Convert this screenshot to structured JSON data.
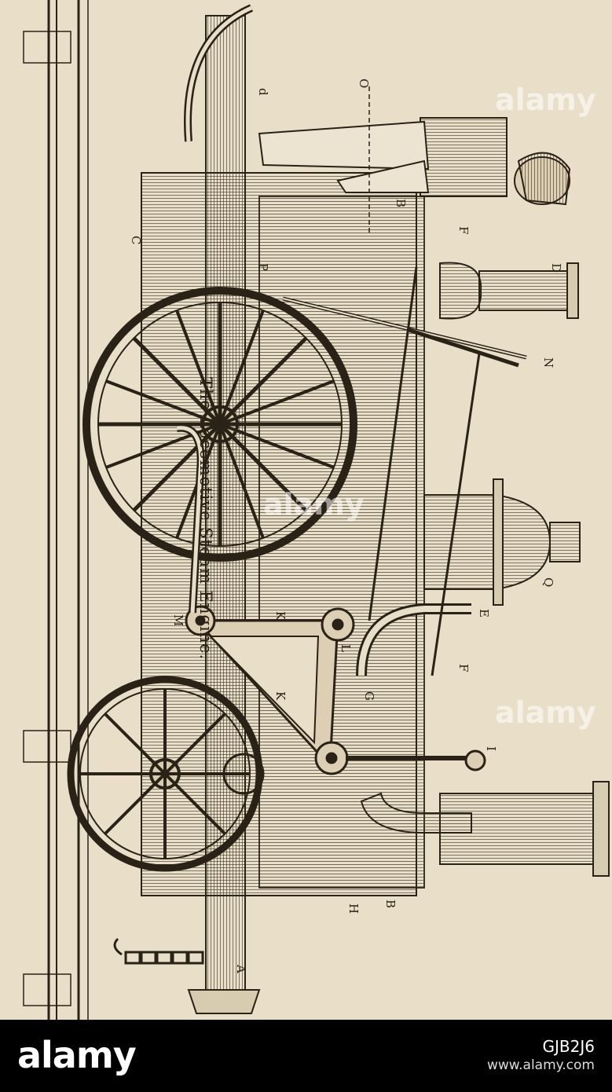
{
  "caption": "The Locomotive Steam Engine.",
  "labels": {
    "A": "A",
    "B": "B",
    "C": "C",
    "D": "D",
    "E": "E",
    "F": "F",
    "G": "G",
    "H": "H",
    "I": "I",
    "K": "K",
    "L": "L",
    "M": "M",
    "N": "N",
    "O": "O",
    "P": "P",
    "Q": "Q",
    "d": "d"
  },
  "watermark": "alamy",
  "footer": {
    "logo": "alamy",
    "image_id": "GJB2J6",
    "url": "www.alamy.com"
  },
  "colors": {
    "paper": "#e9dfc9",
    "ink": "#2a2216",
    "footer_bg": "#000000"
  }
}
